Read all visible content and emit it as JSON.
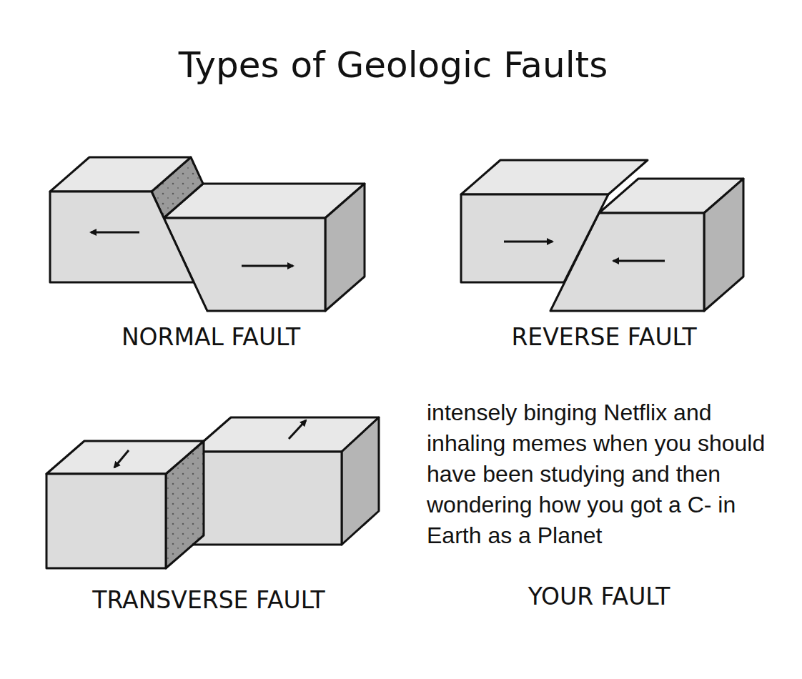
{
  "diagram": {
    "title": "Types of Geologic Faults",
    "labels": [
      "NORMAL FAULT",
      "REVERSE FAULT",
      "TRANSVERSE FAULT",
      "intensely binging Netflix and inhaling memes when you should have been studying and then wondering how you got a C- in Earth as a Planet",
      "YOUR FAULT"
    ]
  }
}
